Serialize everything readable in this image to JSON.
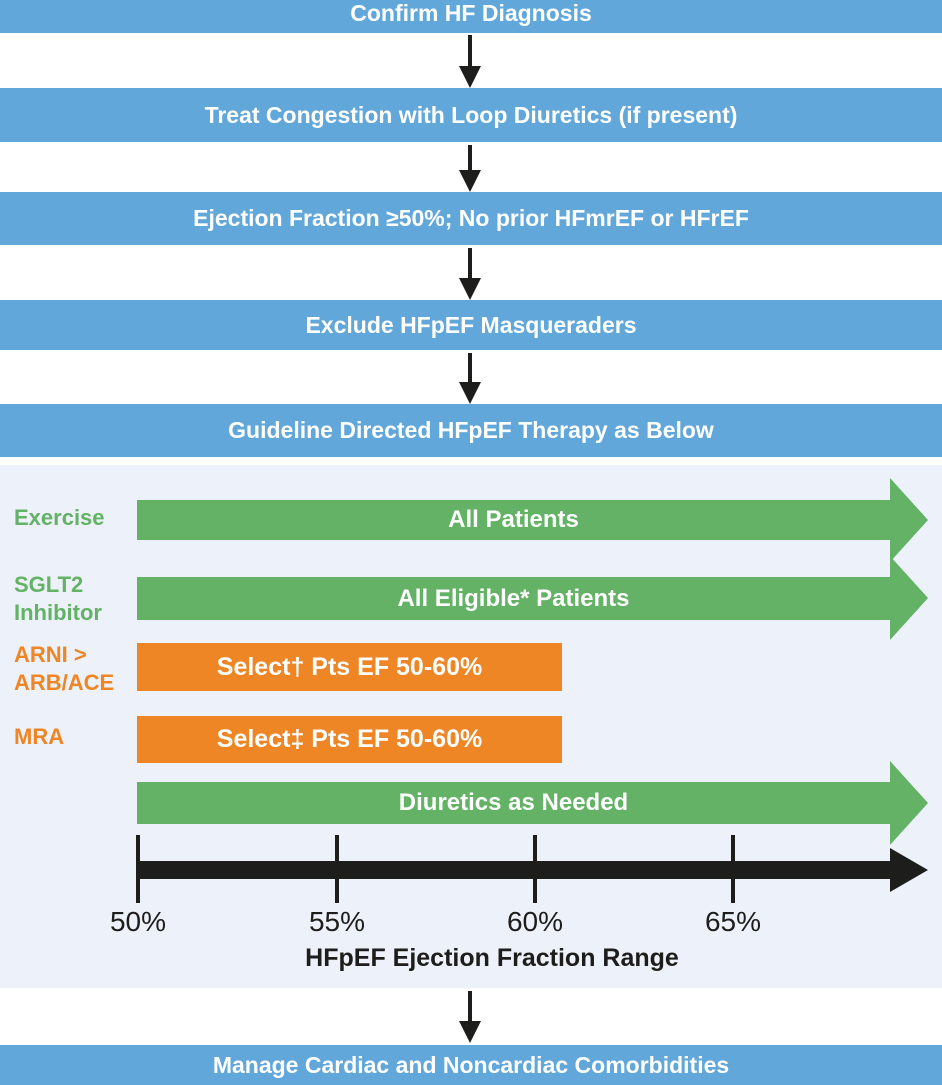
{
  "figure": {
    "flow_steps": [
      {
        "label": "Confirm HF Diagnosis"
      },
      {
        "label": "Treat Congestion with Loop Diuretics (if present)"
      },
      {
        "label": "Ejection Fraction ≥50%; No prior HFmrEF or HFrEF"
      },
      {
        "label": "Exclude HFpEF Masqueraders"
      },
      {
        "label": "Guideline Directed HFpEF Therapy as Below"
      }
    ],
    "therapy_panel": {
      "rows": [
        {
          "therapy": "Exercise",
          "population": "All Patients",
          "shape": "green-arrow"
        },
        {
          "therapy_line1": "SGLT2",
          "therapy_line2": "Inhibitor",
          "population": "All Eligible* Patients",
          "shape": "green-arrow"
        },
        {
          "therapy_line1": "ARNI >",
          "therapy_line2": "ARB/ACE",
          "population": "Select† Pts EF 50-60%",
          "shape": "orange-box"
        },
        {
          "therapy": "MRA",
          "population": "Select‡ Pts EF 50-60%",
          "shape": "orange-box"
        },
        {
          "population": "Diuretics as Needed",
          "shape": "green-arrow"
        }
      ],
      "axis": {
        "tick_labels": [
          "50%",
          "55%",
          "60%",
          "65%"
        ],
        "title": "HFpEF Ejection Fraction Range"
      }
    },
    "footer_step": {
      "label": "Manage Cardiac and Noncardiac Comorbidities"
    },
    "colors": {
      "step_blue": "#62a7da",
      "green": "#63b265",
      "orange": "#ee8625",
      "panel_bg": "#edf1fa",
      "ink_black": "#1d1d1b",
      "text_white": "#ffffff"
    }
  }
}
